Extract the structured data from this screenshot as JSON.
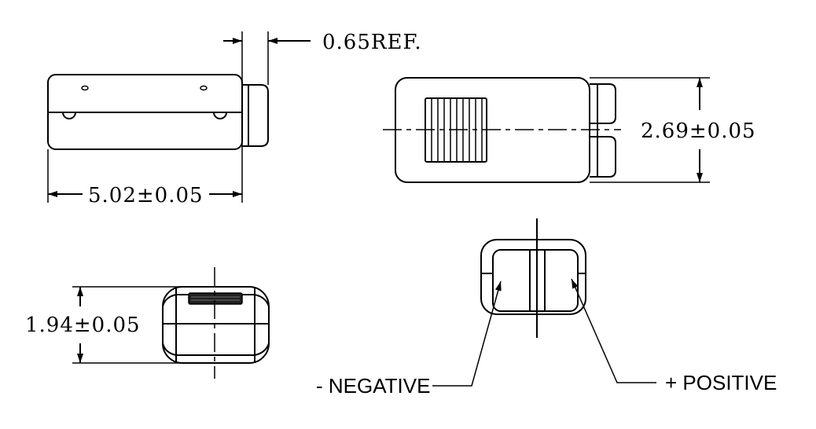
{
  "dimensions": {
    "ref_width": "0.65REF.",
    "length": "5.02±0.05",
    "width": "2.69±0.05",
    "height": "1.94±0.05"
  },
  "labels": {
    "negative": "- NEGATIVE",
    "positive": "+ POSITIVE"
  }
}
